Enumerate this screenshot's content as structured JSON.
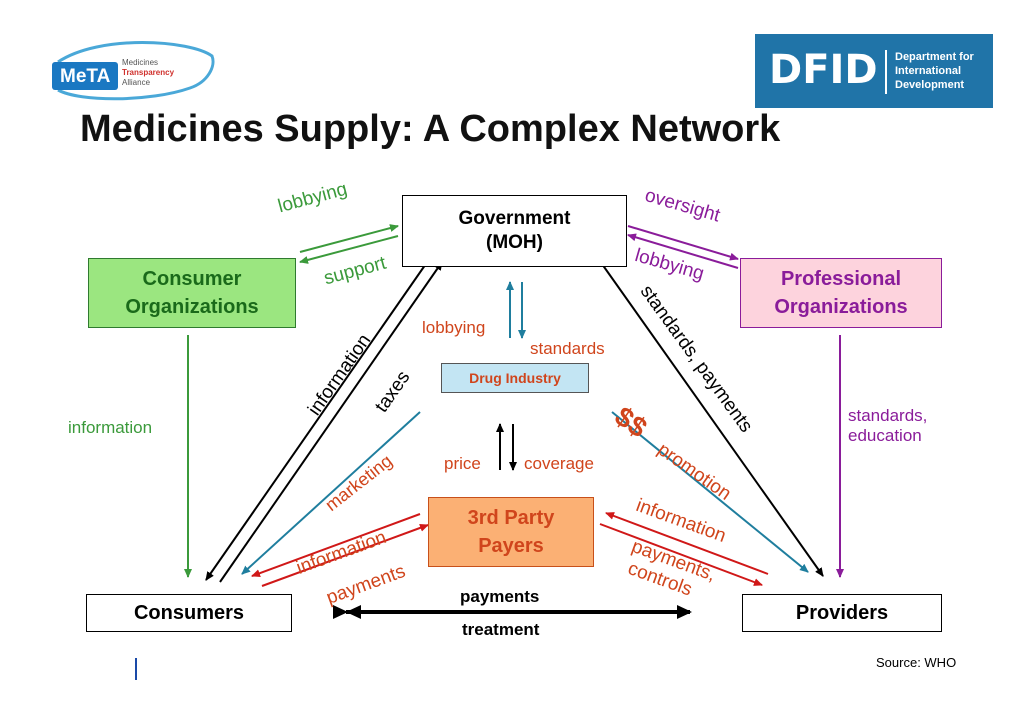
{
  "logos": {
    "meta": {
      "abbr": "MeTA",
      "lines": [
        "Medicines",
        "Transparency",
        "Alliance"
      ]
    },
    "dfid": {
      "abbr": "DFID",
      "lines": [
        "Department for",
        "International",
        "Development"
      ]
    }
  },
  "title": "Medicines Supply: A Complex Network",
  "nodes": {
    "government": {
      "lines": [
        "Government",
        "(MOH)"
      ]
    },
    "consumer_orgs": {
      "lines": [
        "Consumer",
        "Organizations"
      ]
    },
    "professional_orgs": {
      "lines": [
        "Professional",
        "Organizations"
      ]
    },
    "drug_industry": {
      "label": "Drug Industry"
    },
    "third_party": {
      "lines": [
        "3rd Party",
        "Payers"
      ]
    },
    "consumers": {
      "label": "Consumers"
    },
    "providers": {
      "label": "Providers"
    }
  },
  "edge_labels": {
    "lobbying_left": "lobbying",
    "support": "support",
    "oversight": "oversight",
    "lobbying_right": "lobbying",
    "information_diag": "information",
    "taxes": "taxes",
    "standards_payments": "standards, payments",
    "lobbying_center": "lobbying",
    "standards_center": "standards",
    "information_left": "information",
    "standards_education": [
      "standards,",
      "education"
    ],
    "marketing": "marketing",
    "dollar": "$$",
    "promotion": "promotion",
    "price": "price",
    "coverage": "coverage",
    "information_lower_left": "information",
    "payments_lower_left": "payments",
    "information_lower_right": "information",
    "payments_controls": [
      "payments,",
      "controls"
    ],
    "payments_bottom": "payments",
    "treatment_bottom": "treatment"
  },
  "source": "Source: WHO",
  "colors": {
    "black": "#000000",
    "green": "#3b9a3b",
    "purple": "#8a1c9a",
    "orange": "#e0451c",
    "red": "#d01818",
    "teal": "#1f7e9e",
    "title": "#111111",
    "consumer_fill": "#9be680",
    "professional_fill": "#fdd3dd",
    "drug_fill": "#c3e5f3",
    "payer_fill": "#fbb074"
  }
}
